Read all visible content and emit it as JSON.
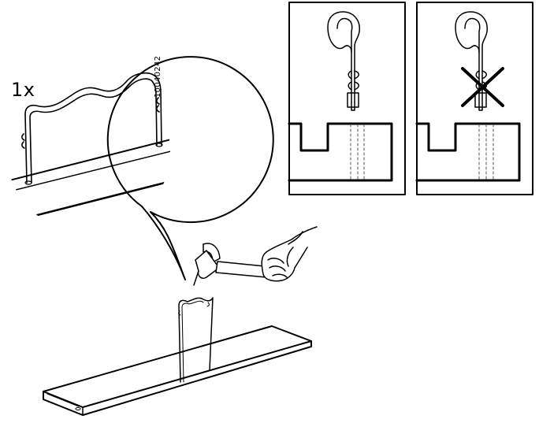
{
  "callout": {
    "quantity_label": "1x",
    "part_number": "10040242"
  },
  "panels": [
    {
      "name": "correct",
      "crossed": false
    },
    {
      "name": "incorrect",
      "crossed": true
    }
  ],
  "colors": {
    "line": "#000000",
    "fill": "#ffffff",
    "dash": "#555555"
  }
}
